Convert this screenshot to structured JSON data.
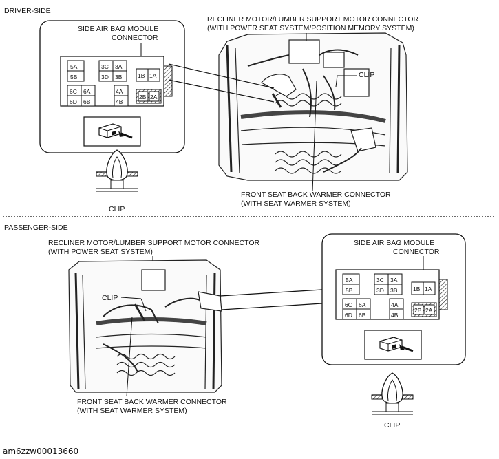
{
  "driver": {
    "section_title": "DRIVER-SIDE",
    "airbag_label_line1": "SIDE AIR BAG MODULE",
    "airbag_label_line2": "CONNECTOR",
    "recliner_label_line1": "RECLINER MOTOR/LUMBER SUPPORT MOTOR CONNECTOR",
    "recliner_label_line2": "(WITH POWER SEAT SYSTEM/POSITION MEMORY SYSTEM)",
    "clip_label": "CLIP",
    "warmer_label_line1": "FRONT SEAT BACK WARMER CONNECTOR",
    "warmer_label_line2": "(WITH SEAT WARMER SYSTEM)",
    "fastener_clip_label": "CLIP"
  },
  "passenger": {
    "section_title": "PASSENGER-SIDE",
    "recliner_label_line1": "RECLINER MOTOR/LUMBER SUPPORT MOTOR CONNECTOR",
    "recliner_label_line2": "(WITH POWER SEAT SYSTEM)",
    "clip_label": "CLIP",
    "warmer_label_line1": "FRONT SEAT BACK WARMER CONNECTOR",
    "warmer_label_line2": "(WITH SEAT WARMER SYSTEM)",
    "airbag_label_line1": "SIDE AIR BAG MODULE",
    "airbag_label_line2": "CONNECTOR",
    "fastener_clip_label": "CLIP"
  },
  "connector_pins": {
    "p5a": "5A",
    "p5b": "5B",
    "p3c": "3C",
    "p3a": "3A",
    "p3d": "3D",
    "p3b": "3B",
    "p1b": "1B",
    "p1a": "1A",
    "p6c": "6C",
    "p6a": "6A",
    "p6d": "6D",
    "p6b": "6B",
    "p4a": "4A",
    "p4b": "4B",
    "p2b": "2B",
    "p2a": "2A"
  },
  "figure_code": "am6zzw00013660"
}
